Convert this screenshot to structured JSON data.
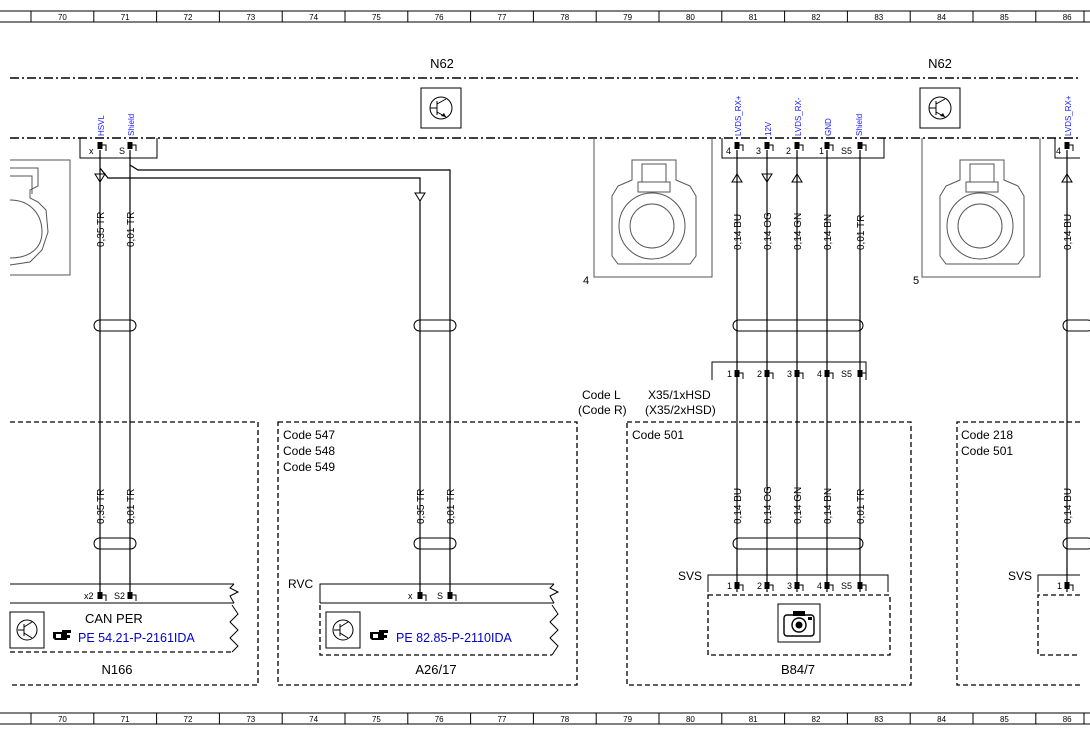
{
  "ruler": {
    "columns": [
      "70",
      "71",
      "72",
      "73",
      "74",
      "75",
      "76",
      "77",
      "78",
      "79",
      "80",
      "81",
      "82",
      "83",
      "84",
      "85",
      "86"
    ]
  },
  "components": {
    "n62_left": "N62",
    "n62_right": "N62",
    "n166": "N166",
    "a26_17": "A26/17",
    "b84_7": "B84/7",
    "connector4": "4",
    "connector5": "5"
  },
  "pins_left": [
    {
      "label": "HSVL",
      "pin": "x"
    },
    {
      "label": "Shield",
      "pin": "S"
    }
  ],
  "pins_mid": [
    {
      "label": "LVDS_RX+",
      "pin": "4"
    },
    {
      "label": "12V",
      "pin": "3"
    },
    {
      "label": "LVDS_RX-",
      "pin": "2"
    },
    {
      "label": "GND",
      "pin": "1"
    },
    {
      "label": "Shield",
      "pin": "S5"
    }
  ],
  "pins_right": [
    {
      "label": "LVDS_RX+",
      "pin": "4"
    }
  ],
  "wires_left": [
    "0,35 TR",
    "0,01 TR"
  ],
  "wires_a26": [
    "0,35 TR",
    "0,01 TR"
  ],
  "wires_mid": [
    "0,14 BU",
    "0,14 OG",
    "0,14 GN",
    "0,14 BN",
    "0,01 TR"
  ],
  "wires_right": [
    "0,14 BU"
  ],
  "connector_x35_pins": [
    "1",
    "2",
    "3",
    "4",
    "S5"
  ],
  "svs_pins": [
    "1",
    "2",
    "3",
    "4",
    "S5"
  ],
  "svs_right_pins": [
    "1"
  ],
  "n166_pins": [
    "x2",
    "S2"
  ],
  "rvc_pins": [
    "x",
    "S"
  ],
  "codes": {
    "block_a26": [
      "Code 547",
      "Code 548",
      "Code 549"
    ],
    "block_b84": [
      "Code 501"
    ],
    "block_right": [
      "Code 218",
      "Code 501"
    ],
    "code_l": "Code L",
    "code_r": "(Code R)",
    "x35_1": "X35/1xHSD",
    "x35_2": "(X35/2xHSD)"
  },
  "labels": {
    "svs": "SVS",
    "svs_right": "SVS",
    "rvc": "RVC",
    "can_per": "CAN PER",
    "ref_n166": "PE 54.21-P-2161IDA",
    "ref_a26": "PE 82.85-P-2110IDA"
  },
  "colors": {
    "line": "#000000",
    "pin_label": "#1a1aff",
    "reference_link": "#0000cc"
  },
  "icons": [
    "transistor-symbol-icon",
    "camera-icon",
    "pointing-hand-icon"
  ]
}
